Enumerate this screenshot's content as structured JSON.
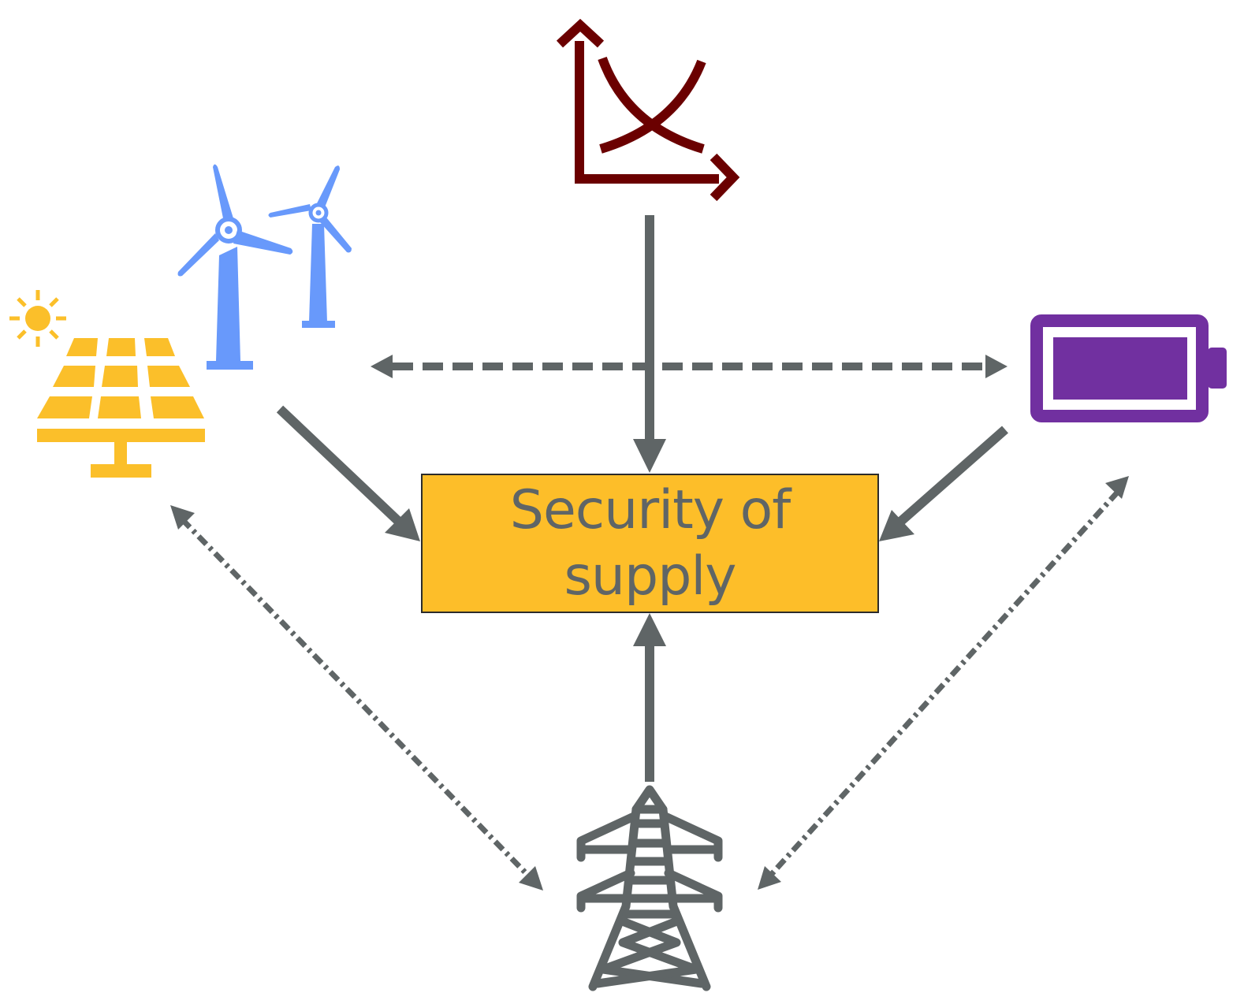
{
  "center_label": "Security of supply",
  "nodes": [
    {
      "id": "solar",
      "icon": "solar-panel-icon"
    },
    {
      "id": "wind",
      "icon": "wind-turbine-icon"
    },
    {
      "id": "market",
      "icon": "supply-demand-chart-icon"
    },
    {
      "id": "storage",
      "icon": "battery-icon"
    },
    {
      "id": "grid",
      "icon": "transmission-tower-icon"
    }
  ],
  "connections": [
    {
      "from": "market",
      "to": "center",
      "style": "solid"
    },
    {
      "from": "renewables",
      "to": "center",
      "style": "solid"
    },
    {
      "from": "storage",
      "to": "center",
      "style": "solid"
    },
    {
      "from": "grid",
      "to": "center",
      "style": "solid"
    },
    {
      "from": "renewables",
      "to": "storage",
      "style": "dashed",
      "bidirectional": true
    },
    {
      "from": "renewables",
      "to": "grid",
      "style": "dotted-dashed",
      "bidirectional": true
    },
    {
      "from": "storage",
      "to": "grid",
      "style": "dotted-dashed",
      "bidirectional": true
    }
  ],
  "colors": {
    "background": "#ffffff",
    "center_fill": "#fdbe29",
    "center_text": "#5f6566",
    "arrow": "#5f6566",
    "solar": "#fbbf2a",
    "wind": "#6899fb",
    "market_chart": "#6b0000",
    "battery": "#7130a0",
    "tower": "#5f6566"
  }
}
